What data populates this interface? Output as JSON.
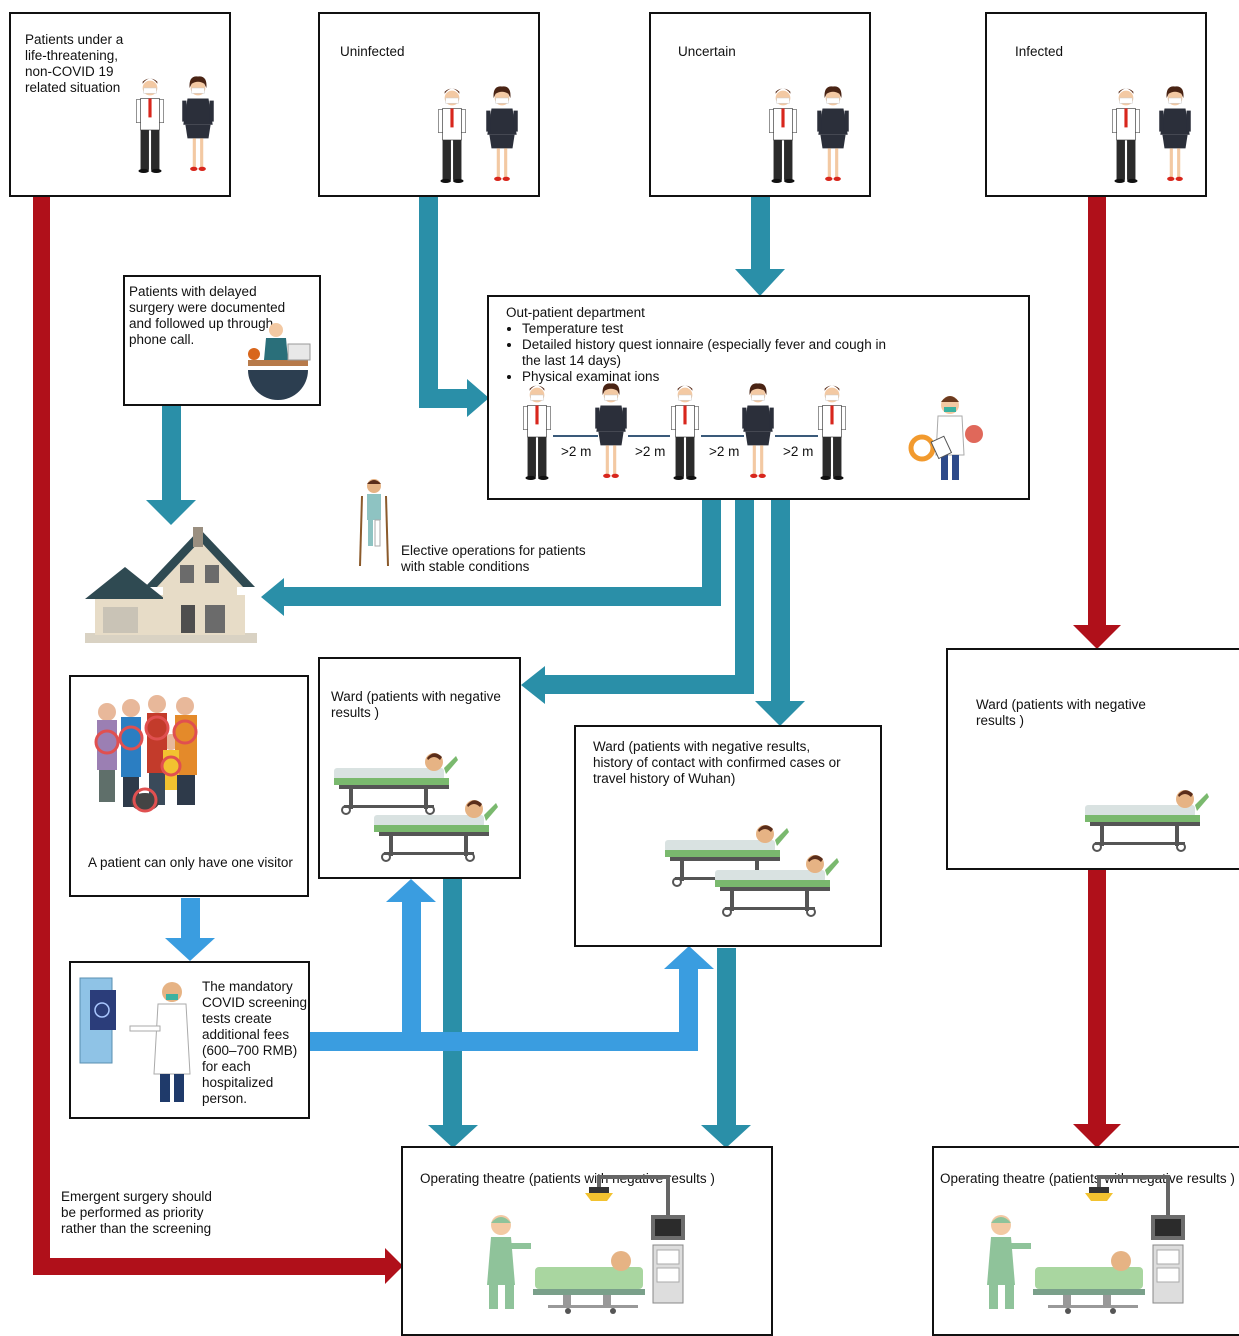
{
  "boxes": {
    "life_threatening": "Patients under a life-threatening, non-COVID 19 related situation",
    "uninfected": "Uninfected",
    "uncertain": "Uncertain",
    "infected": "Infected",
    "delayed": "Patients with delayed surgery were documented and followed up through phone call.",
    "outpatient": {
      "title": "Out-patient department",
      "items": [
        "Temperature test",
        "Detailed history quest ionnaire (especially fever and cough in the last 14 days)",
        "Physical examinat ions"
      ],
      "distances": [
        ">2 m",
        ">2 m",
        ">2 m",
        ">2 m"
      ]
    },
    "visitor": "A patient can only have one visitor",
    "ward_negative": "Ward (patients with negative results )",
    "ward_contact": "Ward (patients with negative results, history of contact with confirmed cases or travel history of Wuhan)",
    "ward_infected": "Ward (patients with negative results )",
    "screening": "The mandatory COVID screening tests create additional fees (600–700 RMB) for each hospitalized person.",
    "theatre_left": "Operating theatre (patients with negative results )",
    "theatre_right": "Operating theatre (patients with negative results )"
  },
  "labels": {
    "elective": "Elective operations for patients with stable conditions",
    "emergent": "Emergent surgery should be performed as priority rather than the screening"
  },
  "colors": {
    "red_arrow": "#b0101a",
    "teal_arrow": "#2a8fa8",
    "blue_arrow": "#3a9de0"
  },
  "icons": [
    "man-with-mask-icon",
    "woman-with-mask-icon",
    "doctor-icon",
    "house-icon",
    "family-icon",
    "hospital-bed-icon",
    "operating-theatre-icon",
    "phone-call-icon",
    "crutches-patient-icon"
  ]
}
